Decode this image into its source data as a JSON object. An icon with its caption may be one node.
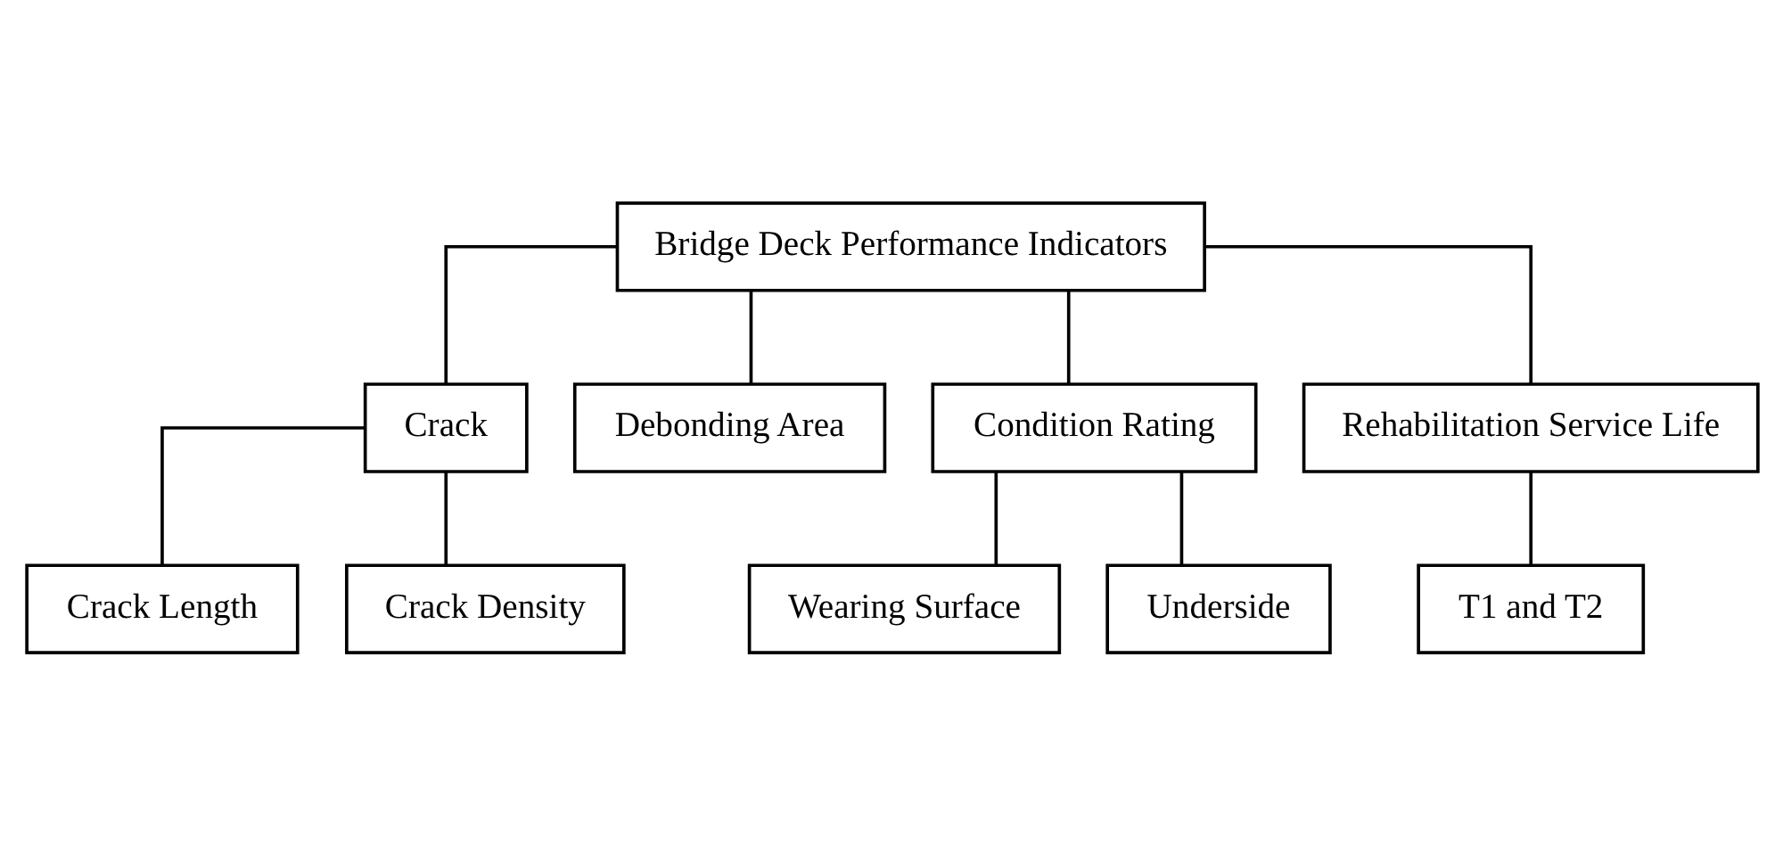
{
  "diagram": {
    "nodes": [
      {
        "text": [
          "Bridge Deck Performance Indicators"
        ]
      },
      {
        "text": [
          "Crack"
        ]
      },
      {
        "text": [
          "Debonding Area"
        ]
      },
      {
        "text": [
          "Condition Rating"
        ]
      },
      {
        "text": [
          "Rehabilitation Service Life"
        ]
      },
      {
        "text": [
          "Crack Length"
        ]
      },
      {
        "text": [
          "Crack Density"
        ]
      },
      {
        "text": [
          "Wearing Surface"
        ]
      },
      {
        "text": [
          "Underside"
        ]
      },
      {
        "text": [
          "T1 and T2"
        ]
      }
    ],
    "edges": [
      {
        "from": 0,
        "to": 1,
        "arrow": "none"
      },
      {
        "from": 0,
        "to": 2,
        "arrow": "none"
      },
      {
        "from": 0,
        "to": 3,
        "arrow": "none"
      },
      {
        "from": 0,
        "to": 4,
        "arrow": "none"
      },
      {
        "from": 1,
        "to": 5,
        "arrow": "none"
      },
      {
        "from": 1,
        "to": 6,
        "arrow": "none"
      },
      {
        "from": 3,
        "to": 7,
        "arrow": "none"
      },
      {
        "from": 3,
        "to": 8,
        "arrow": "none"
      },
      {
        "from": 4,
        "to": 9,
        "arrow": "none"
      }
    ]
  }
}
